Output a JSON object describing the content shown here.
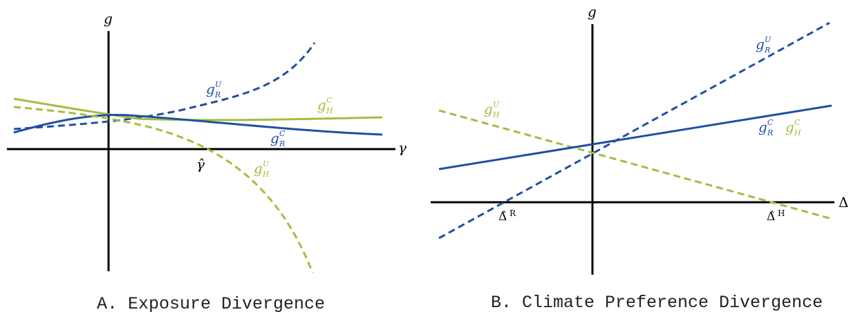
{
  "colors": {
    "blue": "#1f4fa3",
    "green": "#a3bd3e",
    "axis": "#000000"
  },
  "panel_a": {
    "caption": "A. Exposure Divergence",
    "y_axis": "g",
    "x_axis": "γ",
    "x_mark": "γ̂",
    "curves": {
      "gRU": {
        "base": "g",
        "sup": "U",
        "sub": "R"
      },
      "gHC": {
        "base": "g",
        "sup": "C",
        "sub": "H"
      },
      "gRC": {
        "base": "g",
        "sup": "C",
        "sub": "R"
      },
      "gHU": {
        "base": "g",
        "sup": "U",
        "sub": "H"
      }
    }
  },
  "panel_b": {
    "caption": "B. Climate Preference Divergence",
    "y_axis": "g",
    "x_axis": "Δ",
    "mark_r": {
      "base": "Δ̂",
      "sup": "R"
    },
    "mark_h": {
      "base": "Δ̂",
      "sup": "H"
    },
    "curves": {
      "gRU": {
        "base": "g",
        "sup": "U",
        "sub": "R"
      },
      "gHU": {
        "base": "g",
        "sup": "U",
        "sub": "H"
      },
      "gRC": {
        "base": "g",
        "sup": "C",
        "sub": "R"
      },
      "gHC": {
        "base": "g",
        "sup": "C",
        "sub": "H"
      }
    }
  }
}
